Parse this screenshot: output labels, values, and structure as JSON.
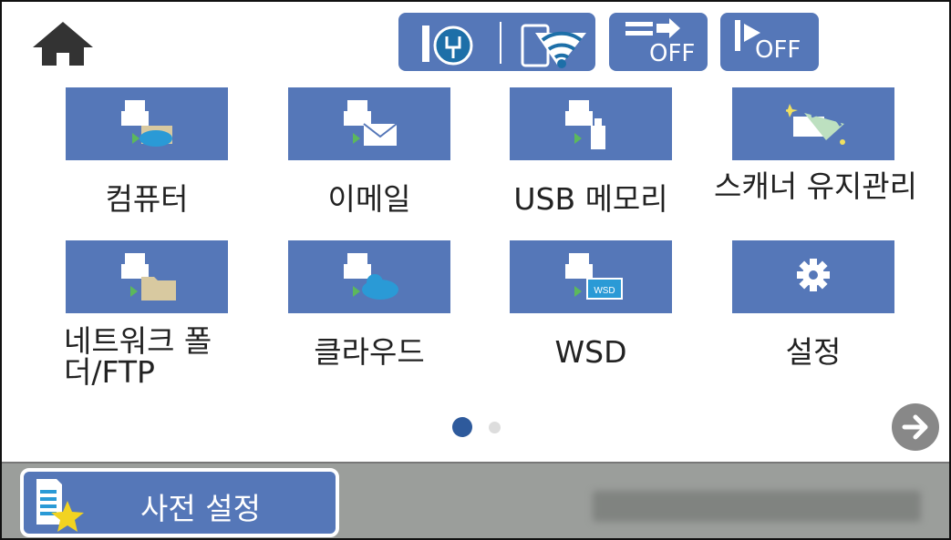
{
  "status_bar": {
    "off_label_1": "OFF",
    "off_label_2": "OFF"
  },
  "tiles": [
    {
      "label": "컴퓨터"
    },
    {
      "label": "이메일"
    },
    {
      "label": "USB 메모리"
    },
    {
      "label": "스캐너 유지관리"
    },
    {
      "label": "네트워크 폴더/FTP"
    },
    {
      "label": "클라우드"
    },
    {
      "label": "WSD"
    },
    {
      "label": "설정"
    }
  ],
  "pagination": {
    "current": 1,
    "total": 2
  },
  "bottom": {
    "preset_label": "사전 설정"
  },
  "colors": {
    "tile": "#5577b8",
    "bottom_bar": "#9b9e9b",
    "dot_active": "#2e5a9c"
  }
}
